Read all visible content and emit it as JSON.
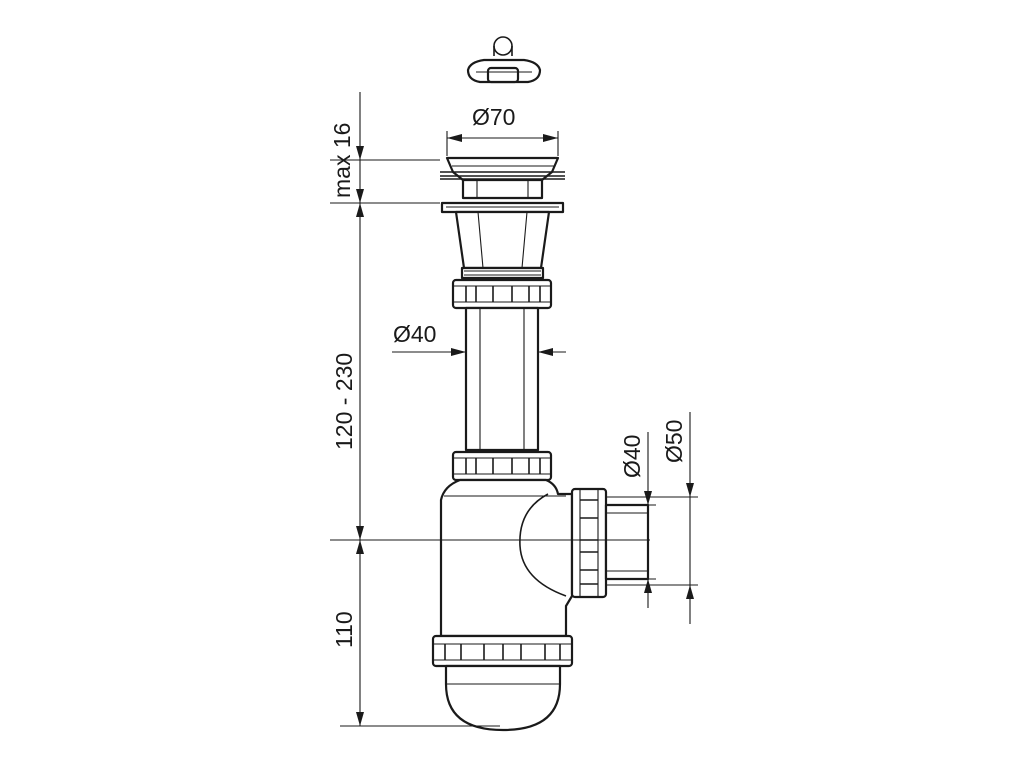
{
  "dimensions": {
    "top_diameter": "Ø70",
    "overflow_height": "max 16",
    "tube_length": "120 - 230",
    "tube_diameter": "Ø40",
    "outlet_height": "110",
    "outlet_inner_diameter": "Ø40",
    "outlet_outer_diameter": "Ø50"
  },
  "colors": {
    "line": "#1a1a1a",
    "background": "#ffffff"
  }
}
